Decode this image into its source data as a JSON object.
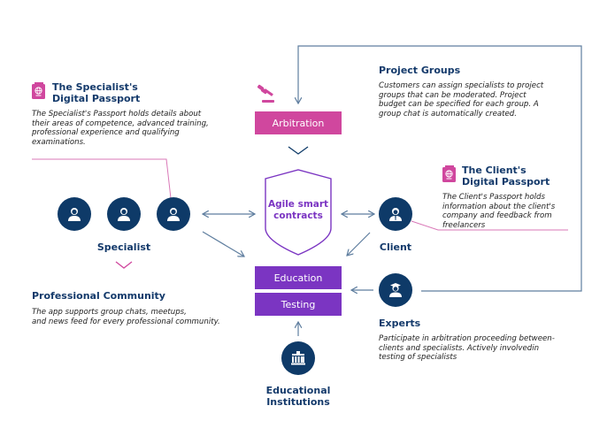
{
  "colors": {
    "navy": "#0e3a68",
    "title_blue": "#143a6b",
    "magenta": "#d0479e",
    "purple": "#7b35c2",
    "arrow_gray": "#5f7e9f",
    "pink_line": "#d977b7"
  },
  "specialist_passport": {
    "icon": "passport-icon",
    "title_line1": "The Specialist's",
    "title_line2": "Digital Passport",
    "description": "The Specialist's Passport holds details about their areas of competence, advanced training, professional experience and qualifying examinations."
  },
  "project_groups": {
    "title": "Project Groups",
    "description": "Customers can assign specialists to project groups that can be moderated. Project budget can be specified for each group. A group chat is automatically created."
  },
  "client_passport": {
    "icon": "passport-icon",
    "title_line1": "The Client's",
    "title_line2": "Digital Passport",
    "description": "The Client's Passport holds information about the client's company and feedback from freelancers"
  },
  "arbitration": {
    "icon": "gavel-icon",
    "label": "Arbitration"
  },
  "smart_contracts": {
    "icon": "shield-icon",
    "label_line1": "Agile smart",
    "label_line2": "contracts"
  },
  "education": {
    "label": "Education"
  },
  "testing": {
    "label": "Testing"
  },
  "specialist": {
    "icon": "user-icon",
    "label": "Specialist",
    "count": 3
  },
  "client": {
    "icon": "user-tie-icon",
    "label": "Client"
  },
  "experts": {
    "icon": "graduate-icon",
    "label": "Experts",
    "description": "Participate in arbitration proceeding between-clients and specialists. Actively involvedin testing of specialists"
  },
  "professional_community": {
    "title": "Professional Community",
    "description_line1": "The app supports group chats, meetups,",
    "description_line2": "and news feed for every professional community."
  },
  "educational_institutions": {
    "icon": "building-icon",
    "label_line1": "Educational",
    "label_line2": "Institutions"
  }
}
